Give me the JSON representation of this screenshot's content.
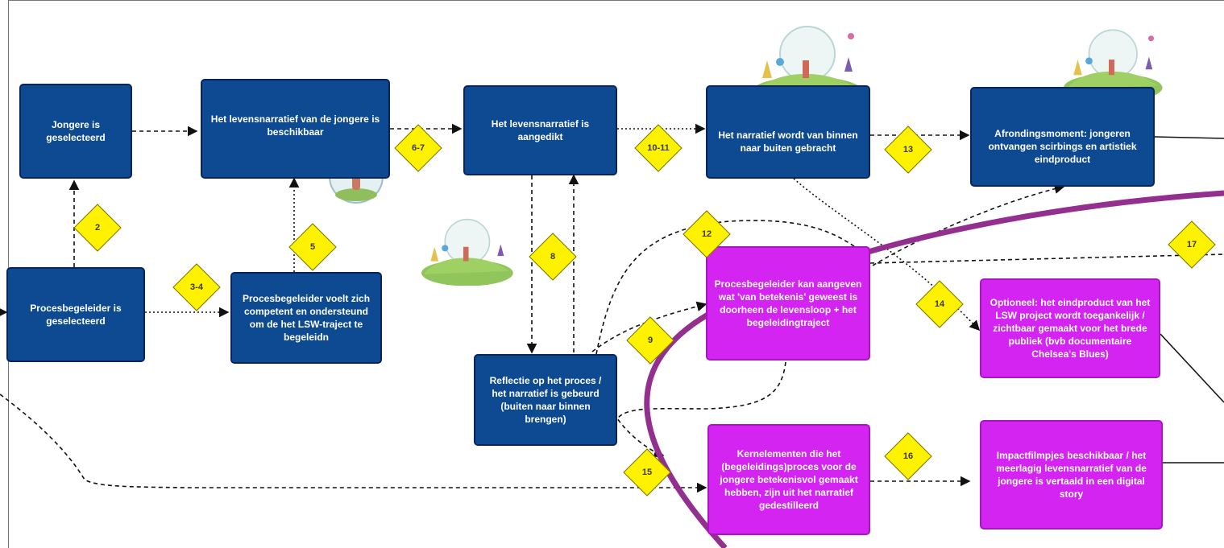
{
  "colors": {
    "process_blue": "#0d4a92",
    "process_magenta": "#d324f2",
    "decision_yellow": "#fff200",
    "highlight_purple": "#93308f"
  },
  "nodes": {
    "n1": "Jongere is geselecteerd",
    "n2": "Het levensnarratief van de jongere is beschikbaar",
    "n3": "Het levensnarratief is aangedikt",
    "n4": "Het narratief wordt van binnen naar buiten gebracht",
    "n5": "Afrondingsmoment: jongeren ontvangen scirbings en artistiek eindproduct",
    "n6": "Procesbegeleider is geselecteerd",
    "n7": "Procesbegeleider voelt zich competent en ondersteund om de het LSW-traject te begeleidn",
    "n8": "Reflectie op het proces / het narratief is gebeurd (buiten naar binnen brengen)",
    "n9": "Procesbegeleider kan aangeven wat 'van betekenis' geweest is doorheen de levensloop + het begeleidingtraject",
    "n10": "Optioneel: het eindproduct van het LSW project wordt toegankelijk / zichtbaar gemaakt voor het brede publiek (bvb documentaire Chelsea's Blues)",
    "n11": "Kernelementen die het (begeleidings)proces voor de jongere betekenisvol gemaakt hebben, zijn uit het narratief gedestilleerd",
    "n12": "Impactfilmpjes beschikbaar / het meerlagig levensnarratief van de jongere is vertaald in een digital story"
  },
  "diamonds": {
    "d2": "2",
    "d34": "3-4",
    "d5": "5",
    "d67": "6-7",
    "d8": "8",
    "d9": "9",
    "d1011": "10-11",
    "d12": "12",
    "d13": "13",
    "d14": "14",
    "d15": "15",
    "d16": "16",
    "d17": "17"
  },
  "icons": {
    "landscape": "landscape-illustration",
    "figure": "figure-illustration"
  }
}
